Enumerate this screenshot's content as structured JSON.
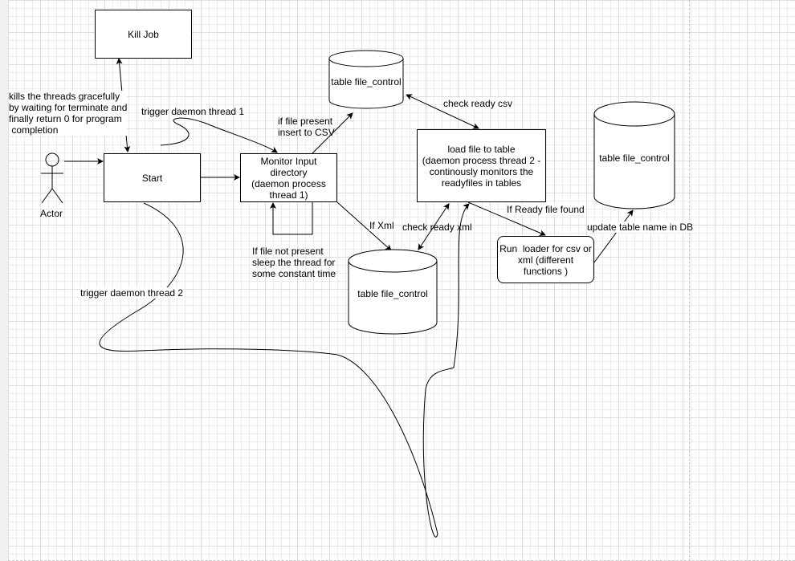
{
  "nodes": {
    "kill_job": "Kill Job",
    "start": "Start",
    "monitor": "Monitor Input\ndirectory\n(daemon process\nthread 1)",
    "load_file": "load file to table\n(daemon process thread 2 -\ncontinously monitors the\nreadyfiles in tables",
    "run_loader": "Run  loader for csv or\nxml (different\nfunctions )",
    "actor": "Actor",
    "db_top": "table file_control",
    "db_right": "table file_control",
    "db_bottom": "table file_control"
  },
  "edge_labels": {
    "kills": "kills the threads gracefully\nby waiting for terminate and\nfinally return 0 for program\n completion",
    "trigger1": "trigger daemon thread 1",
    "trigger2": "trigger daemon thread 2",
    "file_present": "if file present\ninsert to CSV",
    "file_not_present": "If file not present\nsleep the thread for\nsome constant time",
    "check_csv": "check ready csv",
    "check_xml": "check ready xml",
    "if_xml": "If Xml",
    "ready_found": "If Ready file found",
    "update_table": "update table name in DB"
  },
  "colors": {
    "stroke": "#000000",
    "grid_minor": "#ececec",
    "grid_major": "#dddddd"
  }
}
